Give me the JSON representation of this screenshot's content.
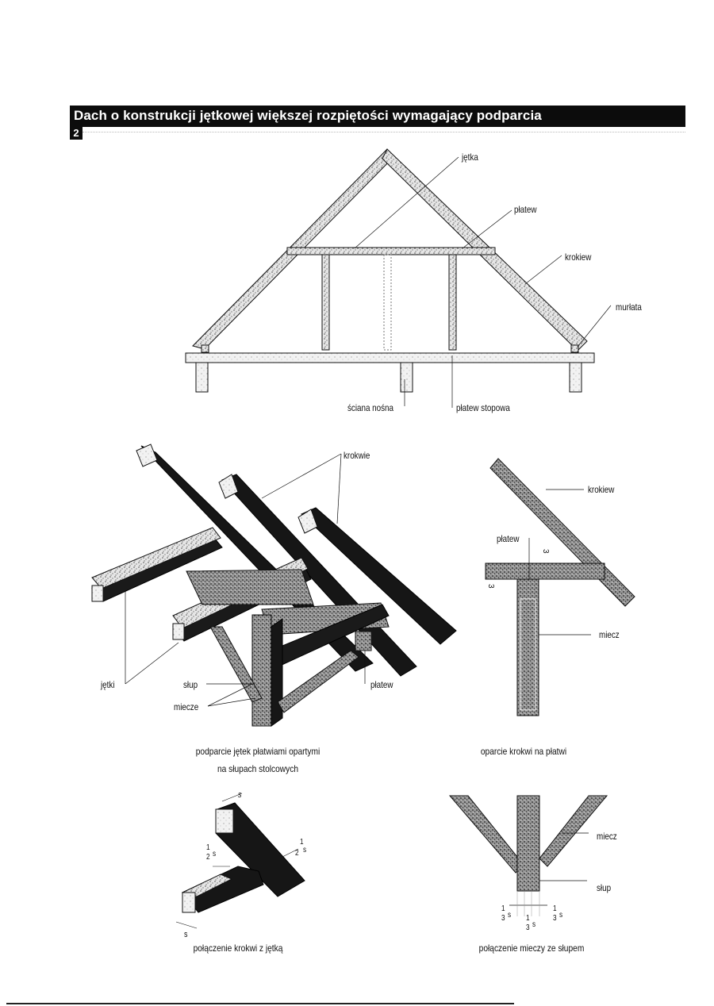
{
  "header": {
    "title": "Dach o konstrukcji jętkowej większej rozpiętości wymagający podparcia",
    "section_number": "2",
    "colors": {
      "title_bar_bg": "#0c0c0c",
      "title_text": "#ffffff"
    }
  },
  "figure_section": {
    "labels": {
      "jetka": "jętka",
      "platew": "płatew",
      "krokiew": "krokiew",
      "murlata": "murłata",
      "sciana_nosna": "ściana nośna",
      "platew_stopowa": "płatew stopowa"
    }
  },
  "figure_isometric": {
    "labels": {
      "krokwie": "krokwie",
      "jetki": "jętki",
      "slup": "słup",
      "miecze": "miecze",
      "platew": "płatew"
    },
    "caption_line1": "podparcie jętek płatwiami opartymi",
    "caption_line2": "na słupach stolcowych"
  },
  "figure_rafter_on_purlin": {
    "labels": {
      "krokiew": "krokiew",
      "platew": "płatew",
      "miecz": "miecz",
      "dim_top": "3",
      "dim_left": "3"
    },
    "caption": "oparcie krokwi na płatwi"
  },
  "figure_rafter_collar_joint": {
    "labels": {
      "s_top": "s",
      "s_bottom": "s",
      "half_s_left_num": "1",
      "half_s_left_den": "2",
      "half_s_left_var": "s",
      "half_s_right_num": "1",
      "half_s_right_den": "2",
      "half_s_right_var": "s"
    },
    "caption": "połączenie krokwi z jętką"
  },
  "figure_brace_post_joint": {
    "labels": {
      "miecz": "miecz",
      "slup": "słup",
      "third_num": "1",
      "third_den": "3",
      "third_var": "s"
    },
    "caption": "połączenie mieczy ze słupem"
  }
}
